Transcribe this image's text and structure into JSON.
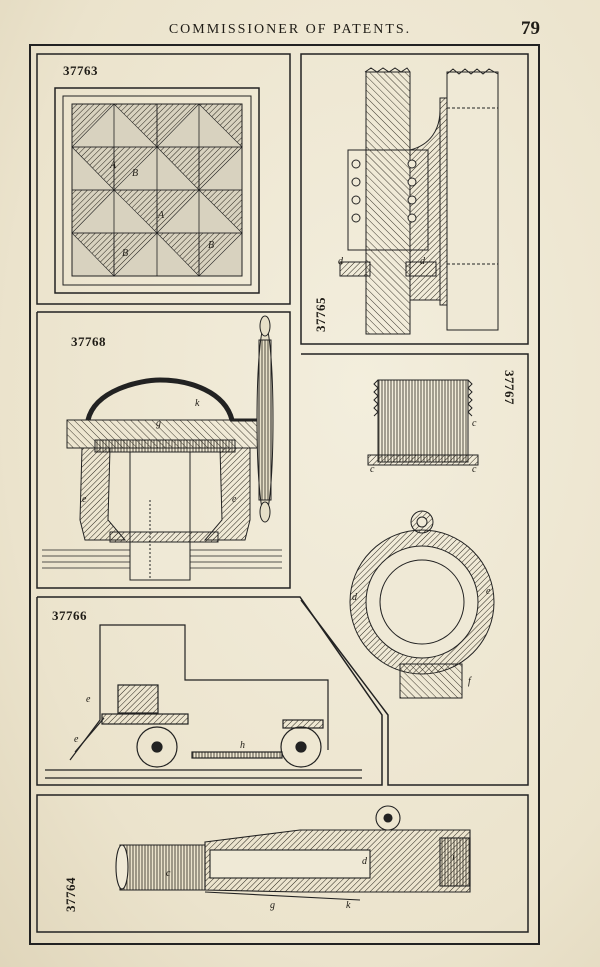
{
  "header": {
    "title": "COMMISSIONER OF PATENTS.",
    "page_number": "79"
  },
  "figures": [
    {
      "number": "37763",
      "letters": [
        "A",
        "B",
        "A",
        "B",
        "B"
      ]
    },
    {
      "number": "37765",
      "letters": [
        "d",
        "d"
      ]
    },
    {
      "number": "37768",
      "letters": [
        "k",
        "g",
        "e",
        "e"
      ]
    },
    {
      "number": "37767",
      "letters": [
        "c",
        "c",
        "c",
        "d",
        "e",
        "f"
      ]
    },
    {
      "number": "37766",
      "letters": [
        "e",
        "e",
        "h"
      ]
    },
    {
      "number": "37764",
      "letters": [
        "c",
        "d",
        "g",
        "k",
        "i"
      ]
    }
  ]
}
